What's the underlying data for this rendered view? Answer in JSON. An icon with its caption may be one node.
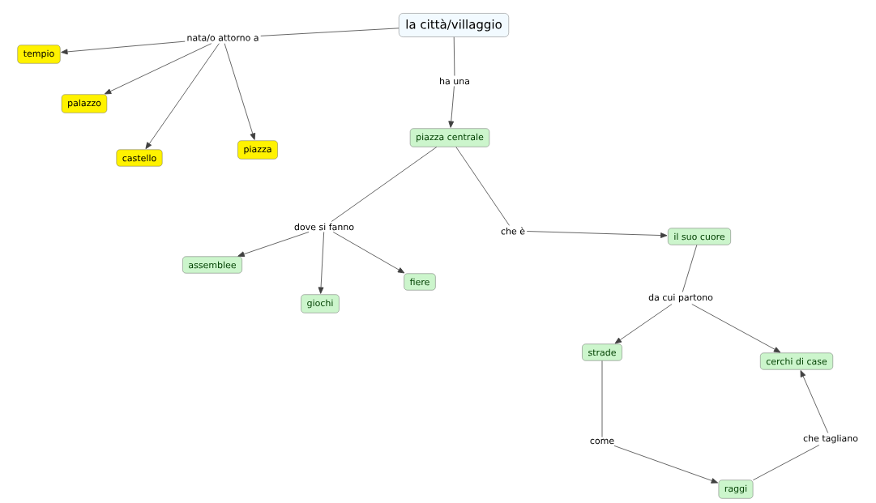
{
  "diagram": {
    "nodes": [
      {
        "text": [
          "la città/villaggio"
        ]
      },
      {
        "text": [
          "nata/o attorno a"
        ]
      },
      {
        "text": [
          "tempio"
        ]
      },
      {
        "text": [
          "palazzo"
        ]
      },
      {
        "text": [
          "castello"
        ]
      },
      {
        "text": [
          "piazza"
        ]
      },
      {
        "text": [
          "ha una"
        ]
      },
      {
        "text": [
          "piazza centrale"
        ]
      },
      {
        "text": [
          "dove si fanno"
        ]
      },
      {
        "text": [
          "che è"
        ]
      },
      {
        "text": [
          "assemblee"
        ]
      },
      {
        "text": [
          "giochi"
        ]
      },
      {
        "text": [
          "fiere"
        ]
      },
      {
        "text": [
          "il suo cuore"
        ]
      },
      {
        "text": [
          "da cui partono"
        ]
      },
      {
        "text": [
          "strade"
        ]
      },
      {
        "text": [
          "cerchi di case"
        ]
      },
      {
        "text": [
          "come"
        ]
      },
      {
        "text": [
          "che tagliano"
        ]
      },
      {
        "text": [
          "raggi"
        ]
      }
    ],
    "edges": [
      {
        "from": 0,
        "to": 1,
        "arrow": "none"
      },
      {
        "from": 1,
        "to": 2,
        "arrow": "to"
      },
      {
        "from": 1,
        "to": 3,
        "arrow": "to"
      },
      {
        "from": 1,
        "to": 4,
        "arrow": "to"
      },
      {
        "from": 1,
        "to": 5,
        "arrow": "to"
      },
      {
        "from": 0,
        "to": 6,
        "arrow": "none"
      },
      {
        "from": 6,
        "to": 7,
        "arrow": "to"
      },
      {
        "from": 7,
        "to": 8,
        "arrow": "none"
      },
      {
        "from": 7,
        "to": 9,
        "arrow": "none"
      },
      {
        "from": 8,
        "to": 10,
        "arrow": "to"
      },
      {
        "from": 8,
        "to": 11,
        "arrow": "to"
      },
      {
        "from": 8,
        "to": 12,
        "arrow": "to"
      },
      {
        "from": 9,
        "to": 13,
        "arrow": "to"
      },
      {
        "from": 13,
        "to": 14,
        "arrow": "none"
      },
      {
        "from": 14,
        "to": 15,
        "arrow": "to"
      },
      {
        "from": 14,
        "to": 16,
        "arrow": "to"
      },
      {
        "from": 15,
        "to": 17,
        "arrow": "none"
      },
      {
        "from": 17,
        "to": 19,
        "arrow": "to"
      },
      {
        "from": 19,
        "to": 18,
        "arrow": "none"
      },
      {
        "from": 18,
        "to": 16,
        "arrow": "to"
      }
    ]
  }
}
